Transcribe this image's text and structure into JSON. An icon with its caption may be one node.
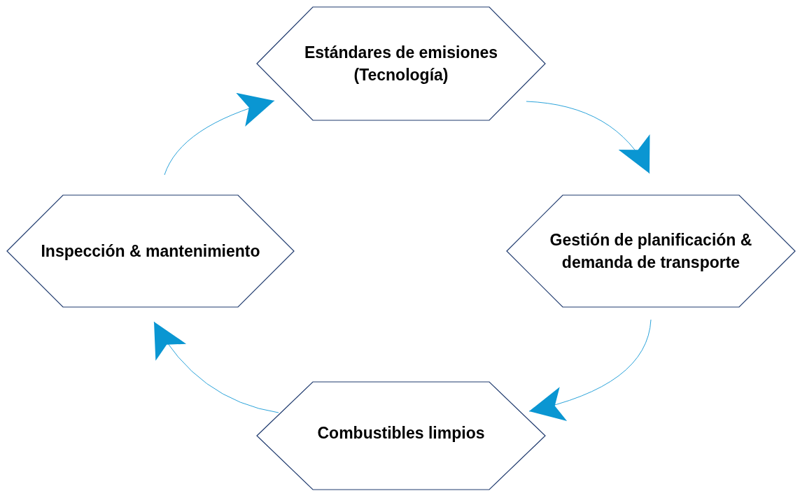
{
  "diagram": {
    "nodes": [
      {
        "text": [
          "Estándares de emisiones (Tecnología)"
        ]
      },
      {
        "text": [
          "Gestión de planificación & demanda de transporte"
        ]
      },
      {
        "text": [
          "Combustibles limpios"
        ]
      },
      {
        "text": [
          "Inspección & mantenimiento"
        ]
      }
    ],
    "edges": [
      {
        "from": 0,
        "to": 1,
        "arrow": "to"
      },
      {
        "from": 1,
        "to": 2,
        "arrow": "to"
      },
      {
        "from": 2,
        "to": 3,
        "arrow": "to"
      },
      {
        "from": 3,
        "to": 0,
        "arrow": "to"
      }
    ]
  }
}
